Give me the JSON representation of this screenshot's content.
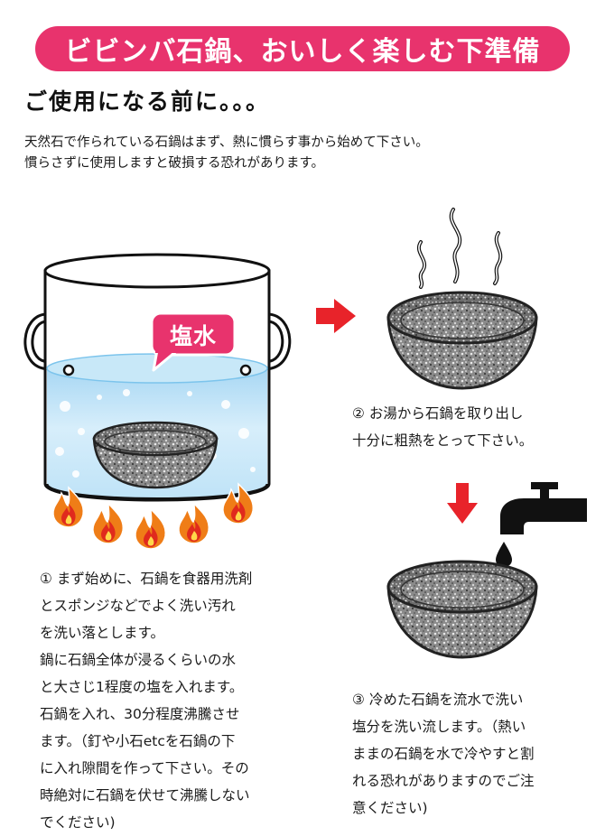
{
  "banner": {
    "title": "ビビンバ石鍋、おいしく楽しむ下準備"
  },
  "heading": "ご使用になる前に。。。",
  "intro": [
    "天然石で作られている石鍋はまず、熱に慣らす事から始めて下さい。",
    "慣らさずに使用しますと破損する恐れがあります。"
  ],
  "salt_label": "塩水",
  "step1": [
    "① まず始めに、石鍋を食器用洗剤",
    "とスポンジなどでよく洗い汚れ",
    "を洗い落とします。",
    "鍋に石鍋全体が浸るくらいの水",
    "と大さじ1程度の塩を入れます。",
    "石鍋を入れ、30分程度沸騰させ",
    "ます。（釘や小石etcを石鍋の下",
    "に入れ隙間を作って下さい。その",
    "時絶対に石鍋を伏せて沸騰しない",
    "でください)"
  ],
  "step2": [
    "② お湯から石鍋を取り出し",
    "十分に粗熱をとって下さい。"
  ],
  "step3": [
    "③ 冷めた石鍋を流水で洗い",
    "塩分を洗い流します。（熱い",
    "ままの石鍋を水で冷やすと割",
    "れる恐れがありますのでご注",
    "意ください)"
  ],
  "colors": {
    "banner": "#e8336d",
    "arrow": "#e8232a",
    "water": "#bfe3f7",
    "flame": "#f08a1c"
  },
  "icons": [
    "pot-icon",
    "stone-bowl-icon",
    "flame-icon",
    "steam-icon",
    "arrow-right-icon",
    "arrow-down-icon",
    "faucet-icon",
    "water-drop-icon"
  ]
}
